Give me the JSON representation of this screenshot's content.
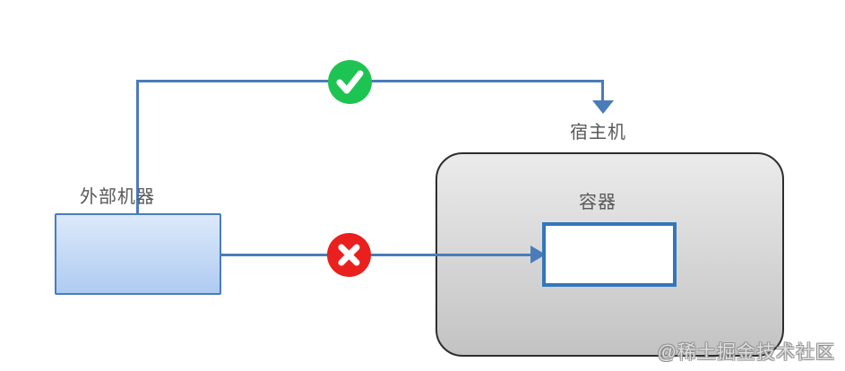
{
  "colors": {
    "line_blue": "#4a7cba",
    "node_border_blue": "#4a7cba",
    "container_border_blue": "#3377bb",
    "host_border_dark": "#2e2e2e",
    "success_green": "#1ec452",
    "error_red": "#e9201e",
    "label_gray": "#595959",
    "external_fill_top": "#dce9fa",
    "external_fill_bottom": "#aecbf1",
    "host_fill_top": "#ebebeb",
    "host_fill_bottom": "#c3c3c3"
  },
  "nodes": {
    "external_machine": {
      "label": "外部机器"
    },
    "host_machine": {
      "label": "宿主机"
    },
    "container": {
      "label": "容器"
    },
    "container_port": {
      "label": ""
    }
  },
  "connections": [
    {
      "from": "external_machine",
      "to": "host_machine",
      "status": "allowed",
      "status_icon": "check-icon"
    },
    {
      "from": "external_machine",
      "to": "container_port",
      "status": "blocked",
      "status_icon": "cross-icon"
    }
  ],
  "watermark": "@稀土掘金技术社区"
}
